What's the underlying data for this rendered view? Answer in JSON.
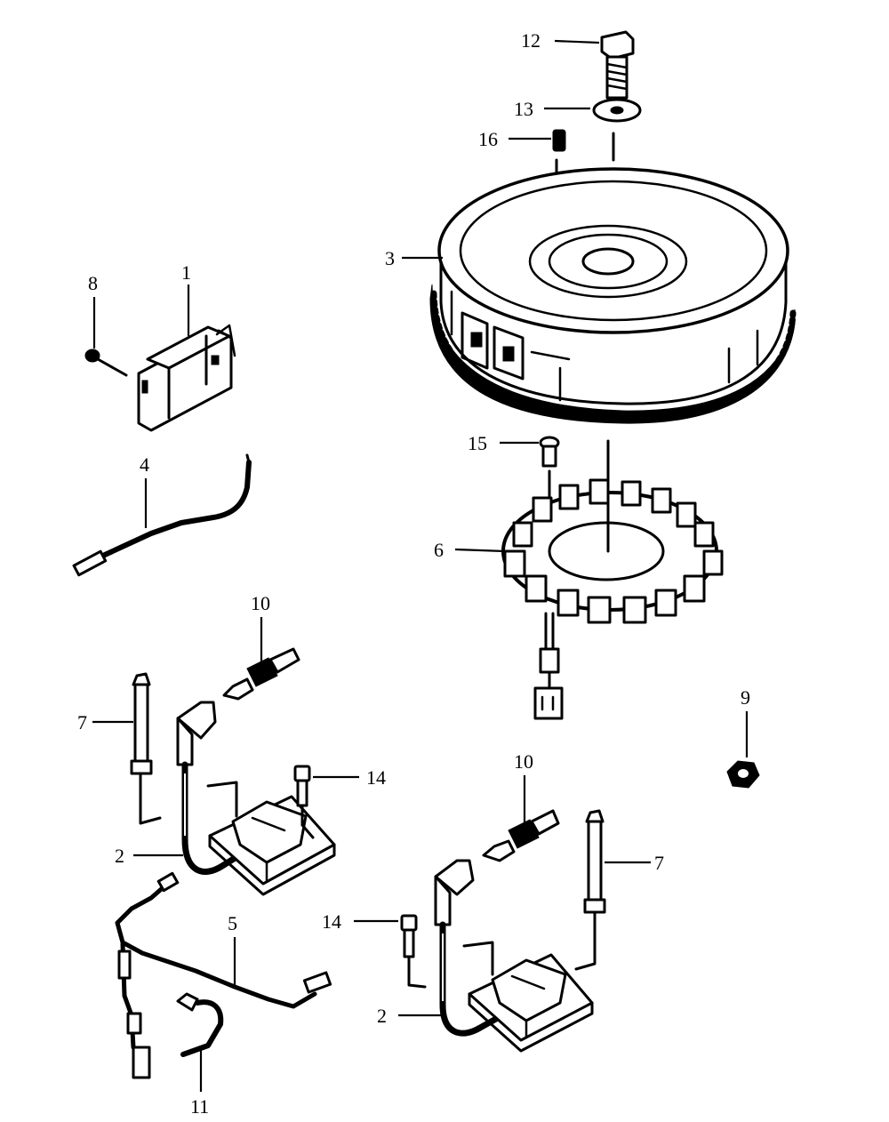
{
  "callouts": {
    "c1": "1",
    "c2a": "2",
    "c2b": "2",
    "c3": "3",
    "c4": "4",
    "c5": "5",
    "c6": "6",
    "c7a": "7",
    "c7b": "7",
    "c8": "8",
    "c9": "9",
    "c10a": "10",
    "c10b": "10",
    "c11": "11",
    "c12": "12",
    "c13": "13",
    "c14a": "14",
    "c14b": "14",
    "c15": "15",
    "c16": "16"
  }
}
